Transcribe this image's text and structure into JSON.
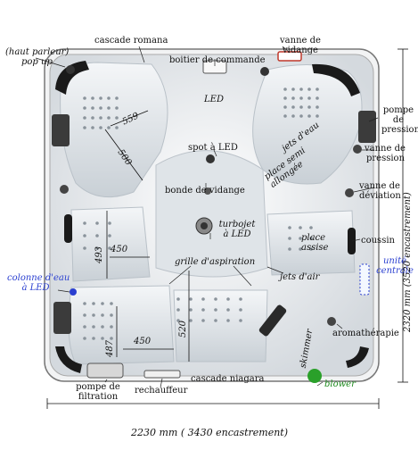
{
  "labels": {
    "cascade_romana": "cascade romana",
    "vanne_vidange_1": "vanne de",
    "vanne_vidange_2": "vidange",
    "haut_parleur_1": "(haut parleur)",
    "haut_parleur_2": "pop up",
    "boitier": "boitier de commande",
    "led": "LED",
    "pompe_pression_1": "pompe",
    "pompe_pression_2": "de",
    "pompe_pression_3": "pression",
    "jets_eau": "jets d'eau",
    "place_allongee_1": "place semi",
    "place_allongee_2": "allongée",
    "vanne_pression_1": "vanne de",
    "vanne_pression_2": "pression",
    "vanne_deviation_1": "vanne de",
    "vanne_deviation_2": "déviation",
    "spot_led": "spot à LED",
    "bonde": "bonde de vidange",
    "turbojet_1": "turbojet",
    "turbojet_2": "à LED",
    "place_assise_1": "place",
    "place_assise_2": "assise",
    "coussin": "coussin",
    "grille": "grille d'aspiration",
    "jets_air": "jets d'air",
    "colonne_1": "colonne d'eau",
    "colonne_2": "à LED",
    "unite_1": "unité",
    "unite_2": "centrale",
    "skimmer": "skimmer",
    "aromatherapie": "aromathérapie",
    "pompe_filtration_1": "pompe de",
    "pompe_filtration_2": "filtration",
    "rechauffeur": "rechauffeur",
    "cascade_niagara": "cascade niagara",
    "blower": "blower"
  },
  "dimensions": {
    "d559": "559",
    "d500": "500",
    "d493": "493",
    "d450a": "450",
    "d487": "487",
    "d520": "520",
    "d450b": "450",
    "width": "2230 mm ( 3430 encastrement)",
    "height": "2320 mm  (3520 encastrement)"
  },
  "colors": {
    "tub_shell": "#e9ecef",
    "seat": "#cfd6dc",
    "pillow": "#1a1a1a",
    "leader": "#222222",
    "blue_label": "#2a3fd0",
    "blower_green": "#2aa02a"
  }
}
